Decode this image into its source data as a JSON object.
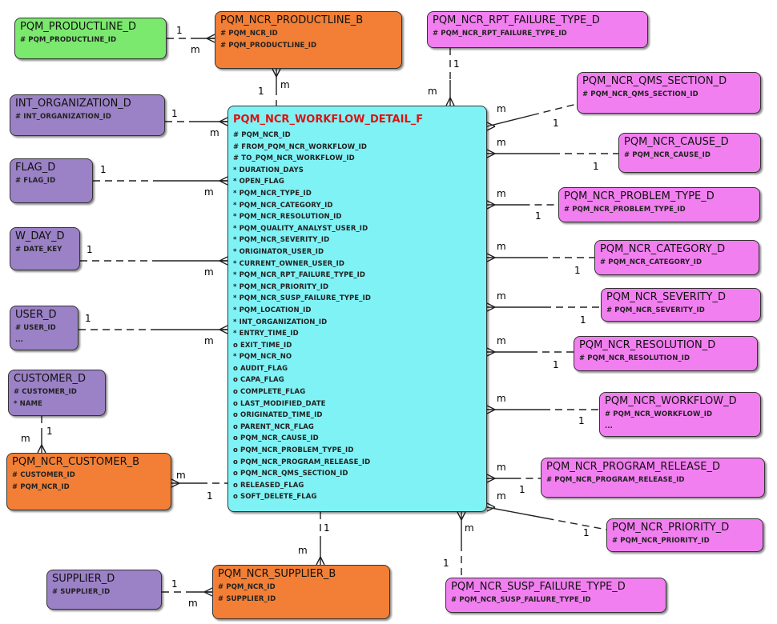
{
  "entities": {
    "productline_d": {
      "name": "PQM_PRODUCTLINE_D",
      "attrs": [
        "# PQM_PRODUCTLINE_ID"
      ],
      "color": "#7be86e"
    },
    "ncr_productline_b": {
      "name": "PQM_NCR_PRODUCTLINE_B",
      "attrs": [
        "# PQM_NCR_ID",
        "# PQM_PRODUCTLINE_ID"
      ],
      "color": "#f27f35"
    },
    "rpt_failure_type_d": {
      "name": "PQM_NCR_RPT_FAILURE_TYPE_D",
      "attrs": [
        "# PQM_NCR_RPT_FAILURE_TYPE_ID"
      ],
      "color": "#f27ff0"
    },
    "int_organization_d": {
      "name": "INT_ORGANIZATION_D",
      "attrs": [
        "# INT_ORGANIZATION_ID"
      ],
      "color": "#9b81c5"
    },
    "flag_d": {
      "name": "FLAG_D",
      "attrs": [
        "# FLAG_ID"
      ],
      "color": "#9b81c5"
    },
    "w_day_d": {
      "name": "W_DAY_D",
      "attrs": [
        "# DATE_KEY"
      ],
      "color": "#9b81c5"
    },
    "user_d": {
      "name": "USER_D",
      "attrs": [
        "# USER_ID",
        "..."
      ],
      "color": "#9b81c5"
    },
    "customer_d": {
      "name": "CUSTOMER_D",
      "attrs": [
        "# CUSTOMER_ID",
        "* NAME"
      ],
      "color": "#9b81c5"
    },
    "ncr_customer_b": {
      "name": "PQM_NCR_CUSTOMER_B",
      "attrs": [
        "# CUSTOMER_ID",
        "# PQM_NCR_ID"
      ],
      "color": "#f27f35"
    },
    "supplier_d": {
      "name": "SUPPLIER_D",
      "attrs": [
        "# SUPPLIER_ID"
      ],
      "color": "#9b81c5"
    },
    "ncr_supplier_b": {
      "name": "PQM_NCR_SUPPLIER_B",
      "attrs": [
        "# PQM_NCR_ID",
        "# SUPPLIER_ID"
      ],
      "color": "#f27f35"
    },
    "susp_failure_type_d": {
      "name": "PQM_NCR_SUSP_FAILURE_TYPE_D",
      "attrs": [
        "# PQM_NCR_SUSP_FAILURE_TYPE_ID"
      ],
      "color": "#f27ff0"
    },
    "qms_section_d": {
      "name": "PQM_NCR_QMS_SECTION_D",
      "attrs": [
        "# PQM_NCR_QMS_SECTION_ID"
      ],
      "color": "#f27ff0"
    },
    "cause_d": {
      "name": "PQM_NCR_CAUSE_D",
      "attrs": [
        "# PQM_NCR_CAUSE_ID"
      ],
      "color": "#f27ff0"
    },
    "problem_type_d": {
      "name": "PQM_NCR_PROBLEM_TYPE_D",
      "attrs": [
        "# PQM_NCR_PROBLEM_TYPE_ID"
      ],
      "color": "#f27ff0"
    },
    "category_d": {
      "name": "PQM_NCR_CATEGORY_D",
      "attrs": [
        "# PQM_NCR_CATEGORY_ID"
      ],
      "color": "#f27ff0"
    },
    "severity_d": {
      "name": "PQM_NCR_SEVERITY_D",
      "attrs": [
        "# PQM_NCR_SEVERITY_ID"
      ],
      "color": "#f27ff0"
    },
    "resolution_d": {
      "name": "PQM_NCR_RESOLUTION_D",
      "attrs": [
        "# PQM_NCR_RESOLUTION_ID"
      ],
      "color": "#f27ff0"
    },
    "workflow_d": {
      "name": "PQM_NCR_WORKFLOW_D",
      "attrs": [
        "# PQM_NCR_WORKFLOW_ID",
        "..."
      ],
      "color": "#f27ff0"
    },
    "program_release_d": {
      "name": "PQM_NCR_PROGRAM_RELEASE_D",
      "attrs": [
        "# PQM_NCR_PROGRAM_RELEASE_ID"
      ],
      "color": "#f27ff0"
    },
    "priority_d": {
      "name": "PQM_NCR_PRIORITY_D",
      "attrs": [
        "# PQM_NCR_PRIORITY_ID"
      ],
      "color": "#f27ff0"
    },
    "workflow_detail_f": {
      "name": "PQM_NCR_WORKFLOW_DETAIL_F",
      "color": "#7ff2f5",
      "title_color": "#e01010",
      "attrs": [
        "# PQM_NCR_ID",
        "# FROM_PQM_NCR_WORKFLOW_ID",
        "# TO_PQM_NCR_WORKFLOW_ID",
        "* DURATION_DAYS",
        "* OPEN_FLAG",
        "* PQM_NCR_TYPE_ID",
        "* PQM_NCR_CATEGORY_ID",
        "* PQM_NCR_RESOLUTION_ID",
        "* PQM_QUALITY_ANALYST_USER_ID",
        "* PQM_NCR_SEVERITY_ID",
        "* ORIGINATOR_USER_ID",
        "* CURRENT_OWNER_USER_ID",
        "* PQM_NCR_RPT_FAILURE_TYPE_ID",
        "* PQM_NCR_PRIORITY_ID",
        "* PQM_NCR_SUSP_FAILURE_TYPE_ID",
        "* PQM_LOCATION_ID",
        "* INT_ORGANIZATION_ID",
        "* ENTRY_TIME_ID",
        "o EXIT_TIME_ID",
        "* PQM_NCR_NO",
        "o AUDIT_FLAG",
        "o CAPA_FLAG",
        "o COMPLETE_FLAG",
        "o LAST_MODIFIED_DATE",
        "o ORIGINATED_TIME_ID",
        "o PARENT_NCR_FLAG",
        "o PQM_NCR_CAUSE_ID",
        "o PQM_NCR_PROBLEM_TYPE_ID",
        "o PQM_NCR_PROGRAM_RELEASE_ID",
        "o PQM_NCR_QMS_SECTION_ID",
        "o RELEASED_FLAG",
        "o SOFT_DELETE_FLAG"
      ]
    }
  },
  "cardinality": {
    "one": "1",
    "many": "m"
  }
}
